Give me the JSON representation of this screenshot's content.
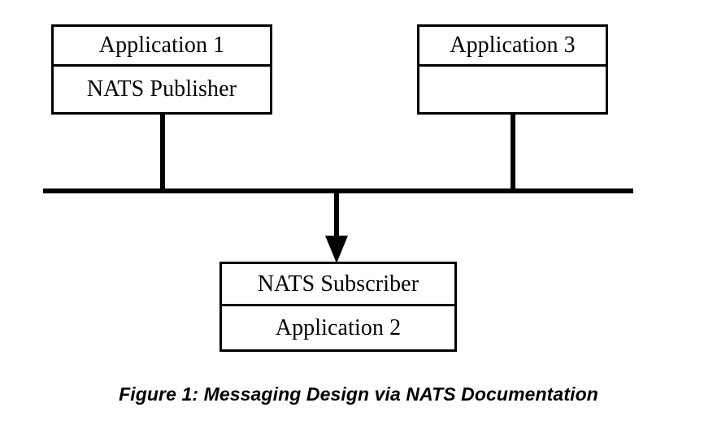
{
  "figure": {
    "caption": "Figure 1: Messaging Design via NATS Documentation",
    "background_color": "#ffffff",
    "stroke_color": "#000000"
  },
  "diagram": {
    "type": "block-diagram",
    "description": "NATS publish/subscribe messaging bus",
    "nodes": [
      {
        "id": "app1",
        "name": "application-1-publisher",
        "rows": [
          {
            "label": "Application 1"
          },
          {
            "label": "NATS Publisher"
          }
        ]
      },
      {
        "id": "app3",
        "name": "application-3",
        "rows": [
          {
            "label": "Application 3"
          },
          {
            "label": ""
          }
        ]
      },
      {
        "id": "app2",
        "name": "nats-subscriber-application-2",
        "rows": [
          {
            "label": "NATS Subscriber"
          },
          {
            "label": "Application 2"
          }
        ]
      }
    ],
    "bus": {
      "name": "nats-message-bus",
      "orientation": "horizontal"
    },
    "connectors": [
      {
        "from": "app1",
        "to": "bus",
        "arrow": false
      },
      {
        "from": "app3",
        "to": "bus",
        "arrow": false
      },
      {
        "from": "bus",
        "to": "app2",
        "arrow": true
      }
    ]
  }
}
